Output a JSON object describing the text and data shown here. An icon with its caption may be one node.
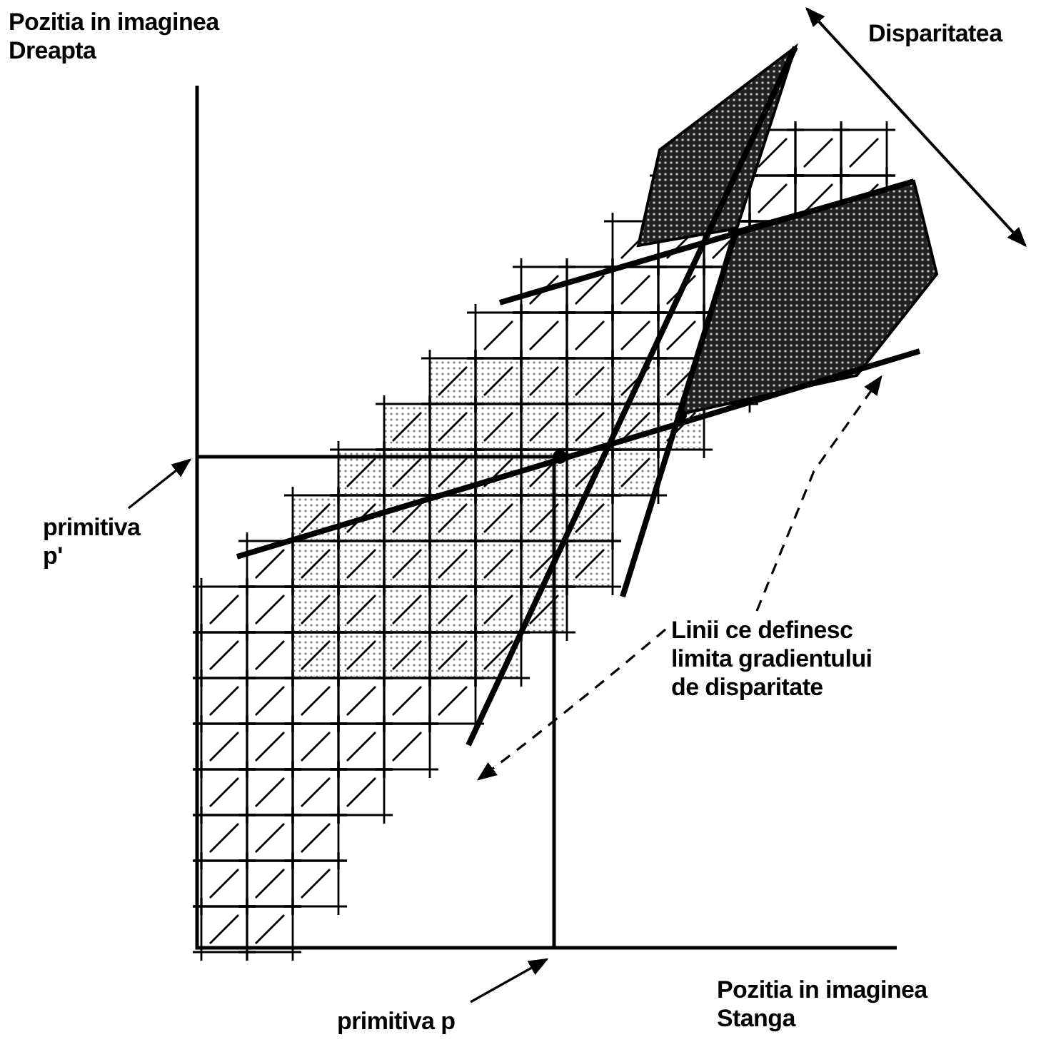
{
  "diagram": {
    "nodes": [
      {
        "text": [
          "primitiva p'"
        ]
      },
      {
        "text": [
          "Linii ce definesc limita gradientului de disparitate"
        ]
      },
      {
        "text": [
          "primitiva p"
        ]
      }
    ],
    "edges": [
      {
        "from": 0,
        "to": null,
        "arrow": "to"
      },
      {
        "from": 1,
        "to": null,
        "arrow": "to",
        "style": "dashed"
      },
      {
        "from": 1,
        "to": null,
        "arrow": "to",
        "style": "dashed"
      },
      {
        "from": 2,
        "to": null,
        "arrow": "to"
      }
    ],
    "labels": [
      "Pozitia in imaginea Dreapta",
      "Disparitatea",
      "Pozitia in imaginea Stanga"
    ]
  }
}
